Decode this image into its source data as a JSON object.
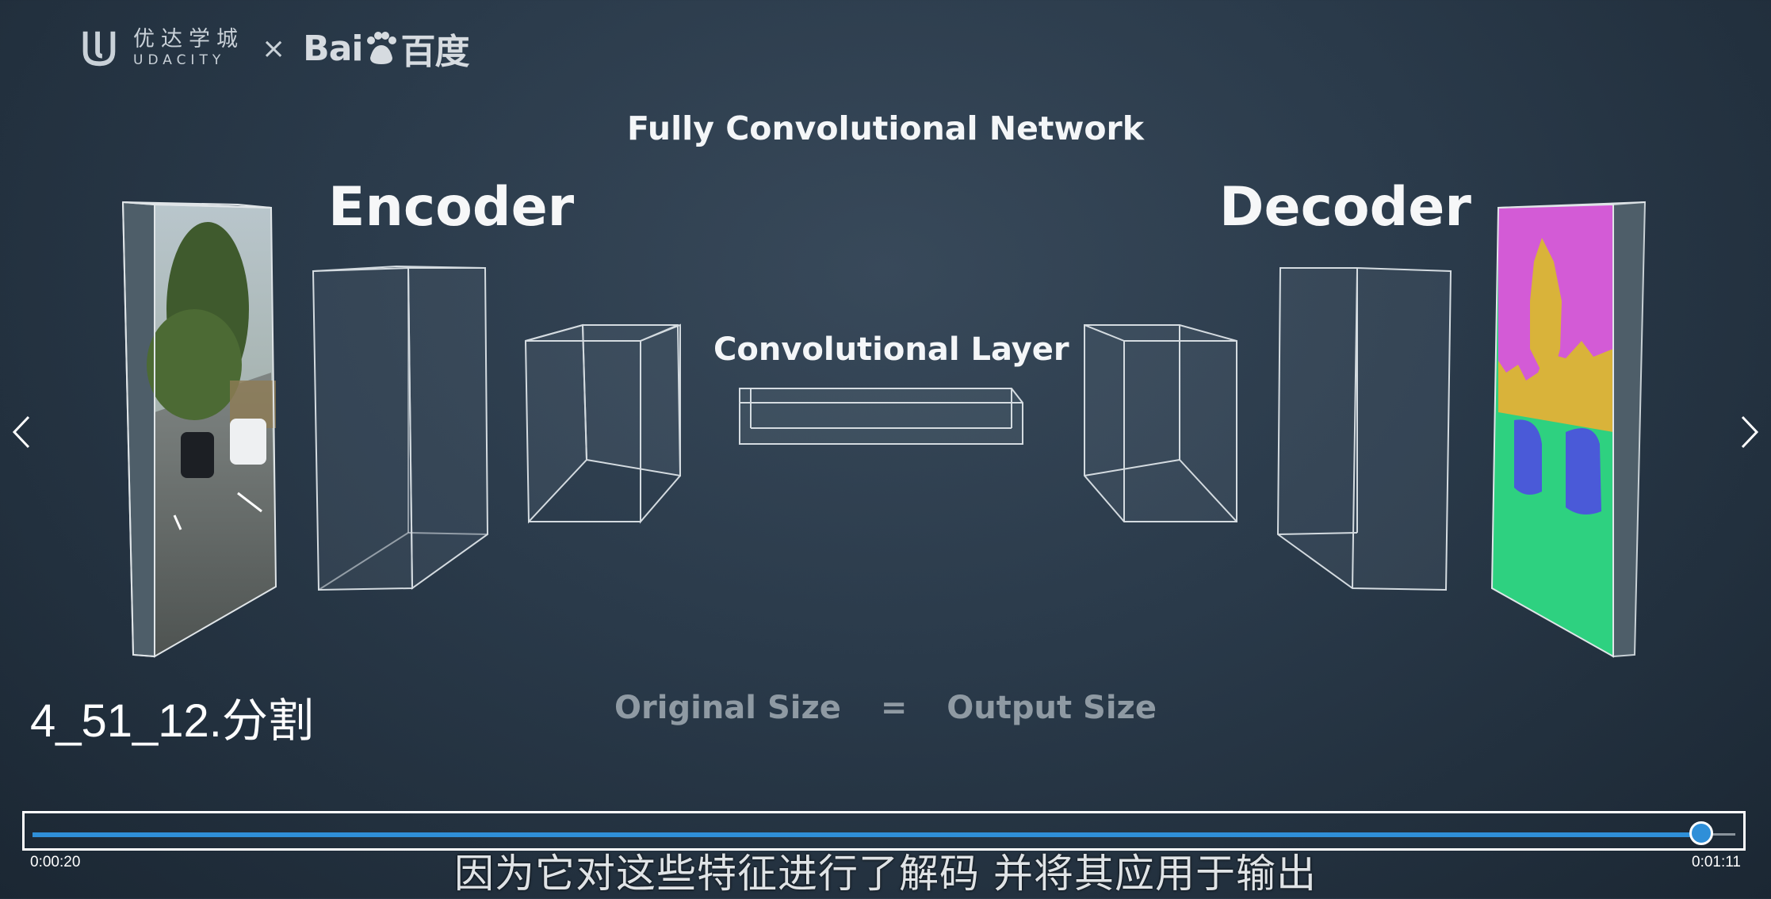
{
  "branding": {
    "udacity_cn": "优达学城",
    "udacity_en": "UDACITY",
    "separator": "×",
    "baidu_text_1": "Bai",
    "baidu_text_2": "百度"
  },
  "slide": {
    "title": "Fully Convolutional Network",
    "encoder_label": "Encoder",
    "decoder_label": "Decoder",
    "conv_layer_label": "Convolutional Layer",
    "equation": {
      "left": "Original Size",
      "operator": "=",
      "right": "Output Size"
    }
  },
  "player": {
    "file_label": "4_51_12.分割",
    "current_time": "0:00:20",
    "duration": "0:01:11",
    "progress_fraction": 0.98,
    "subtitle": "因为它对这些特征进行了解码 并将其应用于输出",
    "accent_color": "#2f8fd8"
  },
  "segmentation_colors": {
    "sky": "#d35bd6",
    "trees": "#d9b33a",
    "cars": "#4a5ad8",
    "road": "#2ed180"
  }
}
